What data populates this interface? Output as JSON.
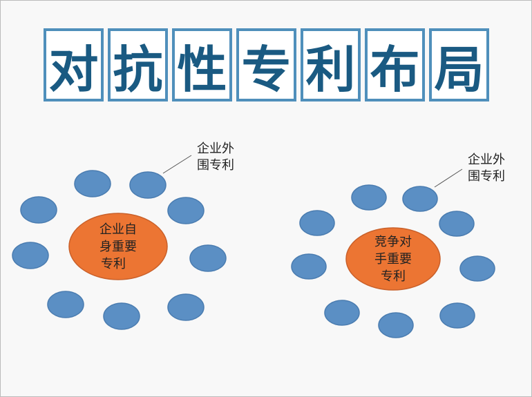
{
  "title_chars": [
    "对",
    "抗",
    "性",
    "专",
    "利",
    "布",
    "局"
  ],
  "left_cluster": {
    "center_lines": [
      "企业自",
      "身重要",
      "专利"
    ],
    "callout_lines": [
      "企业外",
      "围专利"
    ]
  },
  "right_cluster": {
    "center_lines": [
      "竞争对",
      "手重要",
      "专利"
    ],
    "callout_lines": [
      "企业外",
      "围专利"
    ]
  },
  "colors": {
    "title_border": "#4f8fbb",
    "title_text": "#1a5a82",
    "satellite": "#5b8fc4",
    "core": "#ec7533"
  }
}
